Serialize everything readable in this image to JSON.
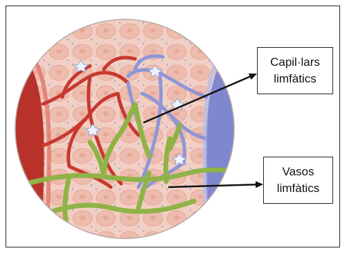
{
  "labels": {
    "capillaries": {
      "line1": "Capil·lars",
      "line2": "limfàtics"
    },
    "vessels": {
      "line1": "Vasos",
      "line2": "limfàtics"
    }
  },
  "colors": {
    "artery": "#c8392f",
    "vein": "#8f95d8",
    "lymph": "#8fb347",
    "tissue": "#f0c9bd",
    "frame": "#222222"
  }
}
